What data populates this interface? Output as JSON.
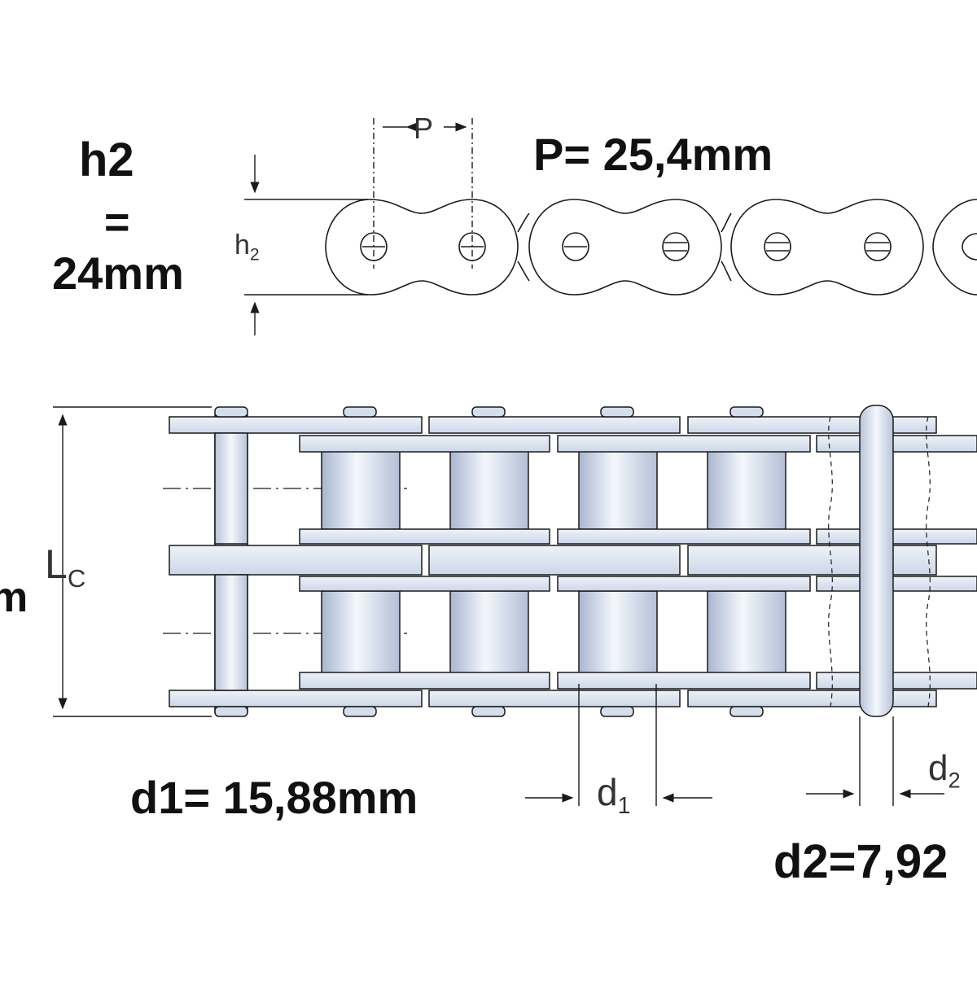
{
  "labels": {
    "h2_name": "h2",
    "h2_eq": "=",
    "h2_value": "24mm",
    "p_value": "P= 25,4mm",
    "d1_value": "d1= 15,88mm",
    "d2_value": "d2=7,92",
    "left_cut": "m"
  },
  "dimension_marks": {
    "p": "P",
    "h2_main": "h",
    "h2_sub": "2",
    "lc_main": "L",
    "lc_sub": "C",
    "d1_main": "d",
    "d1_sub": "1",
    "d2_main": "d",
    "d2_sub": "2"
  },
  "colors": {
    "line": "#1a1a1a",
    "plate_fill": "#dfe6f3",
    "roller_light": "#f4f7fc",
    "roller_dark": "#a9b6cf",
    "text": "#111111"
  }
}
